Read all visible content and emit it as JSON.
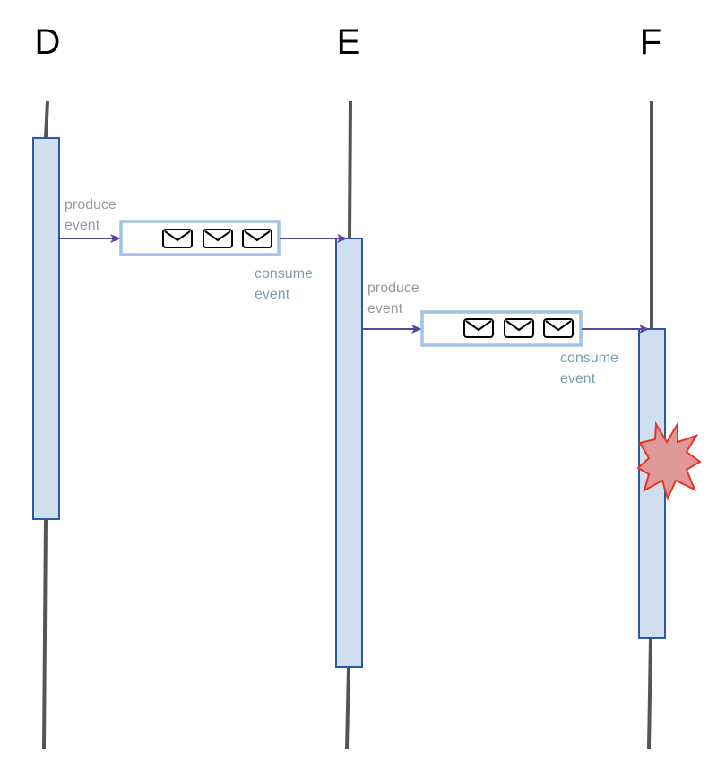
{
  "participants": [
    {
      "id": "D",
      "name": "D"
    },
    {
      "id": "E",
      "name": "E"
    },
    {
      "id": "F",
      "name": "F"
    }
  ],
  "messages": [
    {
      "from": "D",
      "to": "E",
      "produce_label_line1": "produce",
      "produce_label_line2": "event",
      "consume_label_line1": "consume",
      "consume_label_line2": "event",
      "envelope_count": 3,
      "envelope_icon": "envelope-icon"
    },
    {
      "from": "E",
      "to": "F",
      "produce_label_line1": "produce",
      "produce_label_line2": "event",
      "consume_label_line1": "consume",
      "consume_label_line2": "event",
      "envelope_count": 3,
      "envelope_icon": "envelope-icon"
    }
  ],
  "failure": {
    "participant": "F",
    "icon": "explosion-icon"
  },
  "colors": {
    "lifeline": "#555555",
    "activation_fill": "#d0dff0",
    "activation_stroke": "#2d58a5",
    "queue_stroke": "#a4c2e6",
    "arrow": "#5a47a3",
    "produce_text": "#999999",
    "consume_text": "#7c9fb0",
    "explosion_fill": "#df9999",
    "explosion_stroke": "#ea3323"
  }
}
